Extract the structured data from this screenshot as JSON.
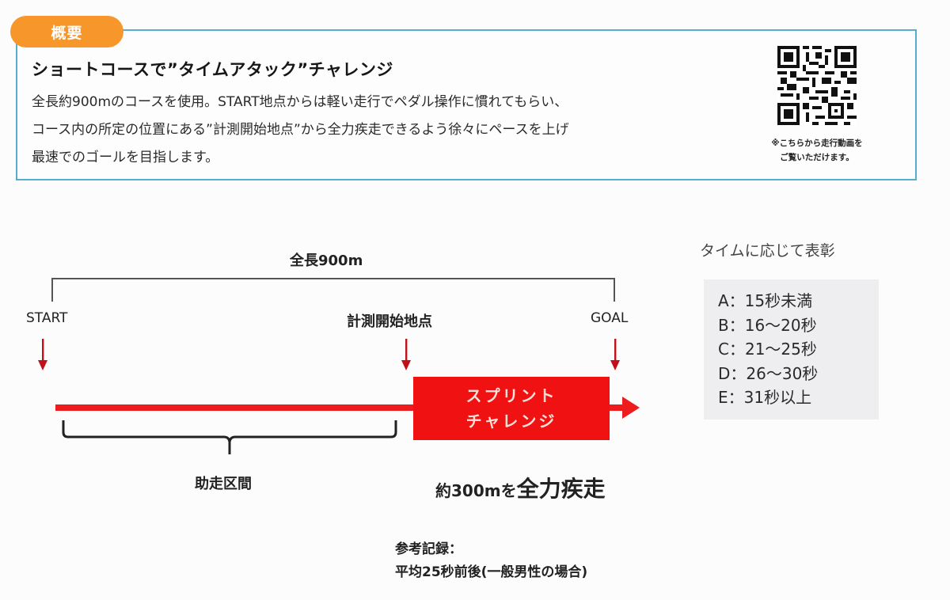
{
  "overview": {
    "tab_label": "概要",
    "title": "ショートコースで”タイムアタック”チャレンジ",
    "lines": [
      "全長約900mのコースを使用。START地点からは軽い走行でペダル操作に慣れてもらい、",
      "コース内の所定の位置にある”計測開始地点”から全力疾走できるよう徐々にペースを上げ",
      "最速でのゴールを目指します。"
    ],
    "qr_caption": [
      "※こちらから走行動画を",
      "ご覧いただけます。"
    ],
    "colors": {
      "tab": "#f7962a",
      "border": "#55aed0"
    }
  },
  "diagram": {
    "total_length_label": "全長900m",
    "start_label": "START",
    "measure_start_label": "計測開始地点",
    "goal_label": "GOAL",
    "sprint_box": [
      "スプリント",
      "チャレンジ"
    ],
    "runup_label": "助走区間",
    "sprint_desc_prefix": "約300mを",
    "sprint_desc_emph": "全力疾走",
    "colors": {
      "track": "#ee1c1c",
      "arrow": "#c0101a"
    }
  },
  "rewards": {
    "title": "タイムに応じて表彰",
    "items": [
      "A：15秒未満",
      "B：16～20秒",
      "C：21～25秒",
      "D：26～30秒",
      "E：31秒以上"
    ]
  },
  "reference": {
    "label": "参考記録：",
    "value": "平均25秒前後(一般男性の場合)"
  }
}
